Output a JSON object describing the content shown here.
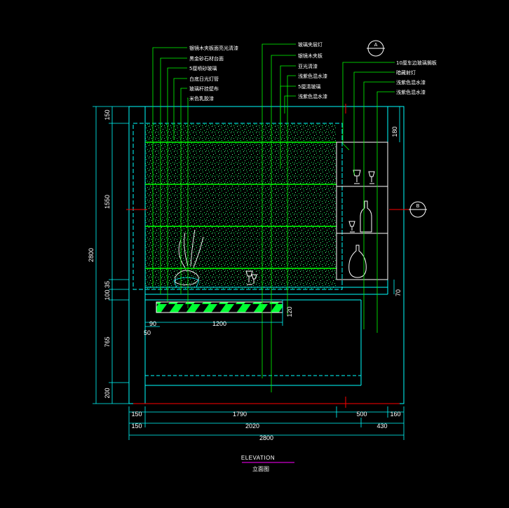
{
  "drawing": {
    "title": "ELEVATION",
    "subtitle": "立面图",
    "section_markers": [
      "A",
      "B"
    ]
  },
  "notes_left": [
    "银镜木夹板面亮光清漆",
    "黑金砂石材台面",
    "5厘喷砂玻璃",
    "白底日光灯管",
    "玻璃杆挂壁布",
    "米色乳胶漆"
  ],
  "notes_middle": [
    "玻璃夹层灯",
    "银镜木夹板",
    "亚光清漆",
    "浅紫色混水漆",
    "5厘清玻璃",
    "浅紫色混水漆"
  ],
  "notes_right": [
    "10厘车边玻璃搁板",
    "暗藏射灯",
    "浅紫色混水漆",
    "浅紫色混水漆"
  ],
  "dims_left": [
    "150",
    "1550",
    "35",
    "100",
    "765",
    "200",
    "2800"
  ],
  "dims_right": [
    "180",
    "70"
  ],
  "dims_inner": [
    "90",
    "50",
    "1200",
    "120"
  ],
  "dims_bottom_row1": [
    "150",
    "1790",
    "500",
    "160"
  ],
  "dims_bottom_row2": [
    "150",
    "2020",
    "430"
  ],
  "dims_bottom_row3": [
    "2800"
  ],
  "colors": {
    "line_cyan": "#00ffff",
    "line_green": "#00ff00",
    "line_red": "#ff0000",
    "line_white": "#ffffff",
    "line_magenta": "#ff00ff",
    "text": "#ffffff"
  }
}
